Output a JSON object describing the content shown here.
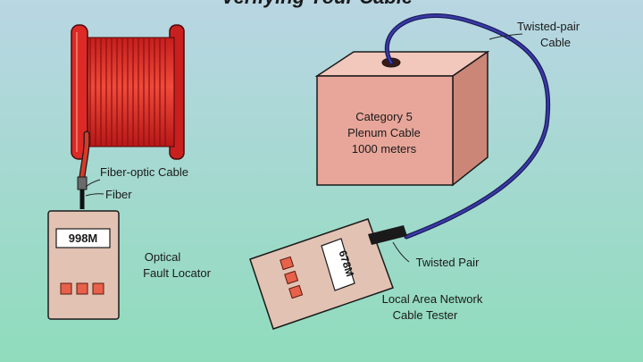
{
  "title": "Verifying Your Cable",
  "labels": {
    "fiber_optic_cable": "Fiber-optic Cable",
    "fiber": "Fiber",
    "twisted_pair_cable_line1": "Twisted-pair",
    "twisted_pair_cable_line2": "Cable",
    "box_line1": "Category 5",
    "box_line2": "Plenum Cable",
    "box_line3": "1000 meters",
    "ofl_line1": "Optical",
    "ofl_line2": "Fault Locator",
    "ofl_display": "998M",
    "twisted_pair": "Twisted Pair",
    "lan_line1": "Local Area Network",
    "lan_line2": "Cable Tester",
    "lan_display": "678M"
  },
  "colors": {
    "bg_top": "#b9d6e3",
    "bg_bottom": "#8fdcbc",
    "spool_red": "#e0302c",
    "box_face": "#e8a69a",
    "device_body": "#e2c2b3",
    "button_red": "#e8614a",
    "cable_blue": "#2a2a8c"
  }
}
